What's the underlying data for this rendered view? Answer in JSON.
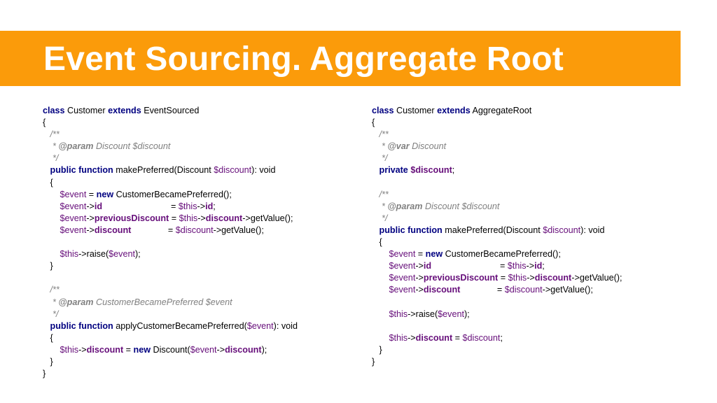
{
  "slide": {
    "title": "Event Sourcing. Aggregate Root",
    "accent_color": "#fb9b0a"
  },
  "code_left": [
    [
      [
        "kw",
        "class"
      ],
      [
        "t",
        " Customer "
      ],
      [
        "kw",
        "extends"
      ],
      [
        "t",
        " EventSourced"
      ]
    ],
    [
      [
        "t",
        "{"
      ]
    ],
    [
      [
        "cm",
        "   /**"
      ]
    ],
    [
      [
        "cm",
        "    * "
      ],
      [
        "tag",
        "@param"
      ],
      [
        "cm",
        " Discount $discount"
      ]
    ],
    [
      [
        "cm",
        "    */"
      ]
    ],
    [
      [
        "t",
        "   "
      ],
      [
        "kw",
        "public function"
      ],
      [
        "t",
        " makePreferred(Discount "
      ],
      [
        "var",
        "$discount"
      ],
      [
        "t",
        "): void"
      ]
    ],
    [
      [
        "t",
        "   {"
      ]
    ],
    [
      [
        "t",
        "       "
      ],
      [
        "var",
        "$event"
      ],
      [
        "t",
        " = "
      ],
      [
        "kw",
        "new"
      ],
      [
        "t",
        " CustomerBecamePreferred();"
      ]
    ],
    [
      [
        "t",
        "       "
      ],
      [
        "var",
        "$event"
      ],
      [
        "t",
        "->"
      ],
      [
        "prop",
        "id"
      ],
      [
        "t",
        "                            = "
      ],
      [
        "var",
        "$this"
      ],
      [
        "t",
        "->"
      ],
      [
        "prop",
        "id"
      ],
      [
        "t",
        ";"
      ]
    ],
    [
      [
        "t",
        "       "
      ],
      [
        "var",
        "$event"
      ],
      [
        "t",
        "->"
      ],
      [
        "prop",
        "previousDiscount"
      ],
      [
        "t",
        " = "
      ],
      [
        "var",
        "$this"
      ],
      [
        "t",
        "->"
      ],
      [
        "prop",
        "discount"
      ],
      [
        "t",
        "->getValue();"
      ]
    ],
    [
      [
        "t",
        "       "
      ],
      [
        "var",
        "$event"
      ],
      [
        "t",
        "->"
      ],
      [
        "prop",
        "discount"
      ],
      [
        "t",
        "               = "
      ],
      [
        "var",
        "$discount"
      ],
      [
        "t",
        "->getValue();"
      ]
    ],
    [
      [
        "t",
        ""
      ]
    ],
    [
      [
        "t",
        "       "
      ],
      [
        "var",
        "$this"
      ],
      [
        "t",
        "->raise("
      ],
      [
        "var",
        "$event"
      ],
      [
        "t",
        ");"
      ]
    ],
    [
      [
        "t",
        "   }"
      ]
    ],
    [
      [
        "t",
        ""
      ]
    ],
    [
      [
        "cm",
        "   /**"
      ]
    ],
    [
      [
        "cm",
        "    * "
      ],
      [
        "tag",
        "@param"
      ],
      [
        "cm",
        " CustomerBecamePreferred $event"
      ]
    ],
    [
      [
        "cm",
        "    */"
      ]
    ],
    [
      [
        "t",
        "   "
      ],
      [
        "kw",
        "public function"
      ],
      [
        "t",
        " applyCustomerBecamePreferred("
      ],
      [
        "var",
        "$event"
      ],
      [
        "t",
        "): void"
      ]
    ],
    [
      [
        "t",
        "   {"
      ]
    ],
    [
      [
        "t",
        "       "
      ],
      [
        "var",
        "$this"
      ],
      [
        "t",
        "->"
      ],
      [
        "prop",
        "discount"
      ],
      [
        "t",
        " = "
      ],
      [
        "kw",
        "new"
      ],
      [
        "t",
        " Discount("
      ],
      [
        "var",
        "$event"
      ],
      [
        "t",
        "->"
      ],
      [
        "prop",
        "discount"
      ],
      [
        "t",
        ");"
      ]
    ],
    [
      [
        "t",
        "   }"
      ]
    ],
    [
      [
        "t",
        "}"
      ]
    ]
  ],
  "code_right": [
    [
      [
        "kw",
        "class"
      ],
      [
        "t",
        " Customer "
      ],
      [
        "kw",
        "extends"
      ],
      [
        "t",
        " AggregateRoot"
      ]
    ],
    [
      [
        "t",
        "{"
      ]
    ],
    [
      [
        "cm",
        "   /**"
      ]
    ],
    [
      [
        "cm",
        "    * "
      ],
      [
        "tag",
        "@var"
      ],
      [
        "cm",
        " Discount"
      ]
    ],
    [
      [
        "cm",
        "    */"
      ]
    ],
    [
      [
        "t",
        "   "
      ],
      [
        "kw",
        "private"
      ],
      [
        "t",
        " "
      ],
      [
        "prop",
        "$discount"
      ],
      [
        "t",
        ";"
      ]
    ],
    [
      [
        "t",
        ""
      ]
    ],
    [
      [
        "cm",
        "   /**"
      ]
    ],
    [
      [
        "cm",
        "    * "
      ],
      [
        "tag",
        "@param"
      ],
      [
        "cm",
        " Discount $discount"
      ]
    ],
    [
      [
        "cm",
        "    */"
      ]
    ],
    [
      [
        "t",
        "   "
      ],
      [
        "kw",
        "public function"
      ],
      [
        "t",
        " makePreferred(Discount "
      ],
      [
        "var",
        "$discount"
      ],
      [
        "t",
        "): void"
      ]
    ],
    [
      [
        "t",
        "   {"
      ]
    ],
    [
      [
        "t",
        "       "
      ],
      [
        "var",
        "$event"
      ],
      [
        "t",
        " = "
      ],
      [
        "kw",
        "new"
      ],
      [
        "t",
        " CustomerBecamePreferred();"
      ]
    ],
    [
      [
        "t",
        "       "
      ],
      [
        "var",
        "$event"
      ],
      [
        "t",
        "->"
      ],
      [
        "prop",
        "id"
      ],
      [
        "t",
        "                            = "
      ],
      [
        "var",
        "$this"
      ],
      [
        "t",
        "->"
      ],
      [
        "prop",
        "id"
      ],
      [
        "t",
        ";"
      ]
    ],
    [
      [
        "t",
        "       "
      ],
      [
        "var",
        "$event"
      ],
      [
        "t",
        "->"
      ],
      [
        "prop",
        "previousDiscount"
      ],
      [
        "t",
        " = "
      ],
      [
        "var",
        "$this"
      ],
      [
        "t",
        "->"
      ],
      [
        "prop",
        "discount"
      ],
      [
        "t",
        "->getValue();"
      ]
    ],
    [
      [
        "t",
        "       "
      ],
      [
        "var",
        "$event"
      ],
      [
        "t",
        "->"
      ],
      [
        "prop",
        "discount"
      ],
      [
        "t",
        "               = "
      ],
      [
        "var",
        "$discount"
      ],
      [
        "t",
        "->getValue();"
      ]
    ],
    [
      [
        "t",
        ""
      ]
    ],
    [
      [
        "t",
        "       "
      ],
      [
        "var",
        "$this"
      ],
      [
        "t",
        "->raise("
      ],
      [
        "var",
        "$event"
      ],
      [
        "t",
        ");"
      ]
    ],
    [
      [
        "t",
        ""
      ]
    ],
    [
      [
        "t",
        "       "
      ],
      [
        "var",
        "$this"
      ],
      [
        "t",
        "->"
      ],
      [
        "prop",
        "discount"
      ],
      [
        "t",
        " = "
      ],
      [
        "var",
        "$discount"
      ],
      [
        "t",
        ";"
      ]
    ],
    [
      [
        "t",
        "   }"
      ]
    ],
    [
      [
        "t",
        "}"
      ]
    ]
  ]
}
